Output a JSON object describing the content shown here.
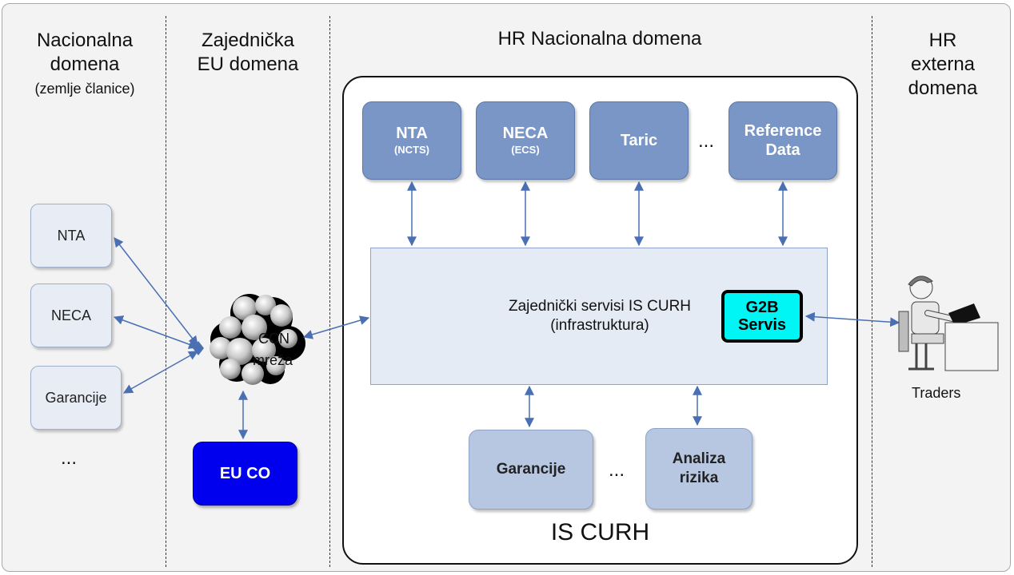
{
  "columns": {
    "national": {
      "line1": "Nacionalna",
      "line2": "domena",
      "sub": "(zemlje članice)"
    },
    "eu": {
      "line1": "Zajednička",
      "line2": "EU domena"
    },
    "hr_national": {
      "title": "HR Nacionalna domena"
    },
    "hr_external": {
      "line1": "HR",
      "line2": "externa",
      "line3": "domena"
    }
  },
  "member_state": {
    "nta": "NTA",
    "neca": "NECA",
    "garancije": "Garancije",
    "ellipsis": "..."
  },
  "eu_domain": {
    "network_line1": "CCN",
    "network_line2": "mreža",
    "euco": "EU CO"
  },
  "curh": {
    "title": "IS CURH",
    "top_boxes": [
      {
        "label": "NTA",
        "sub": "(NCTS)"
      },
      {
        "label": "NECA",
        "sub": "(ECS)"
      },
      {
        "label": "Taric",
        "sub": ""
      },
      {
        "label": "Reference Data",
        "sub": ""
      }
    ],
    "top_ellipsis": "...",
    "infrastructure_line1": "Zajednički servisi IS CURH",
    "infrastructure_line2": "(infrastruktura)",
    "g2b_line1": "G2B",
    "g2b_line2": "Servis",
    "bottom_boxes": [
      {
        "label": "Garancije"
      },
      {
        "label": "Analiza rizika"
      }
    ],
    "bottom_ellipsis": "..."
  },
  "external": {
    "traders": "Traders"
  },
  "colors": {
    "module_dark": "#7a96c6",
    "module_light": "#b7c7e2",
    "member_box": "#e7ecf5",
    "g2b": "#00f5f5",
    "euco": "#0000ee",
    "arrow": "#4a6fb3"
  }
}
